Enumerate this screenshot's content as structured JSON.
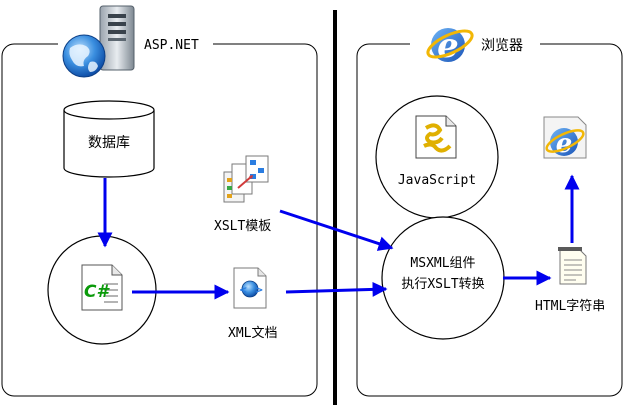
{
  "panels": {
    "server_title": "ASP.NET",
    "browser_title": "浏览器"
  },
  "nodes": {
    "database": "数据库",
    "xslt_template": "XSLT模板",
    "xml_document": "XML文档",
    "javascript": "JavaScript",
    "msxml_line1": "MSXML组件",
    "msxml_line2": "执行XSLT转换",
    "html_string": "HTML字符串",
    "csharp_glyph": "C#"
  },
  "icons": {
    "server": "server-globe-icon",
    "ie": "internet-explorer-icon",
    "csharp_file": "csharp-file-icon",
    "xslt": "xslt-template-icon",
    "xml": "xml-document-icon",
    "script": "script-file-icon",
    "html": "html-string-icon"
  },
  "colors": {
    "arrow": "#0000ee",
    "divider": "#000000",
    "ie_blue": "#1e63c8",
    "csharp_green": "#0a9a0a"
  }
}
